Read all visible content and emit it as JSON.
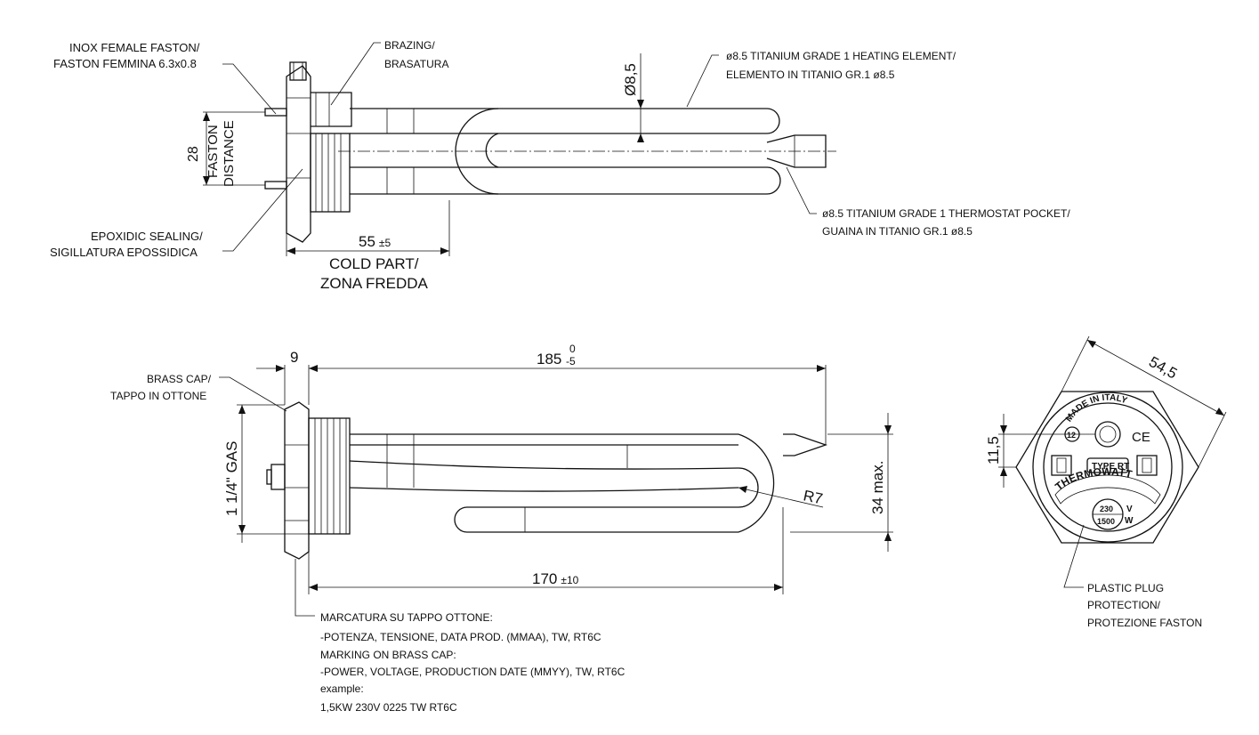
{
  "labels": {
    "faston_en": "INOX FEMALE FASTON/",
    "faston_it": "FASTON FEMMINA 6.3x0.8",
    "brazing_en": "BRAZING/",
    "brazing_it": "BRASATURA",
    "heating_en": "ø8.5 TITANIUM GRADE 1 HEATING ELEMENT/",
    "heating_it": "ELEMENTO IN TITANIO GR.1 ø8.5",
    "pocket_en": "ø8.5 TITANIUM GRADE 1 THERMOSTAT POCKET/",
    "pocket_it": "GUAINA IN TITANIO GR.1 ø8.5",
    "sealing_en": "EPOXIDIC SEALING/",
    "sealing_it": "SIGILLATURA EPOSSIDICA",
    "cold_en": "COLD PART/",
    "cold_it": "ZONA FREDDA",
    "faston_dist_1": "FASTON",
    "faston_dist_2": "DISTANCE",
    "brass_cap_en": "BRASS CAP/",
    "brass_cap_it": "TAPPO IN OTTONE",
    "plastic_1": "PLASTIC PLUG",
    "plastic_2": "PROTECTION/",
    "plastic_3": "PROTEZIONE FASTON"
  },
  "dims": {
    "faston_distance": "28",
    "diameter": "8,5",
    "cold_length": "55",
    "cold_tol": "±5",
    "cap_thickness": "9",
    "overall_length": "185",
    "overall_tol_up": "0",
    "overall_tol_down": "-5",
    "thread": "1 1/4\" GAS",
    "height_max": "34 max.",
    "bend_radius": "R7",
    "element_length": "170",
    "element_tol": "±10",
    "hex_size": "54,5",
    "offset": "11,5"
  },
  "cap_marks": {
    "made_in": "MADE IN ITALY",
    "brand": "THERMOWATT",
    "type": "TYPE RT",
    "voltage": "230",
    "voltage_unit": "V",
    "power": "1500",
    "power_unit": "W",
    "ce": "CE",
    "code": "12"
  },
  "notes": [
    "MARCATURA SU TAPPO OTTONE:",
    "-POTENZA, TENSIONE, DATA PROD. (MMAA), TW, RT6C",
    "MARKING ON BRASS CAP:",
    "-POWER, VOLTAGE, PRODUCTION DATE (MMYY), TW, RT6C",
    "example:",
    "1,5KW 230V 0225 TW RT6C"
  ]
}
